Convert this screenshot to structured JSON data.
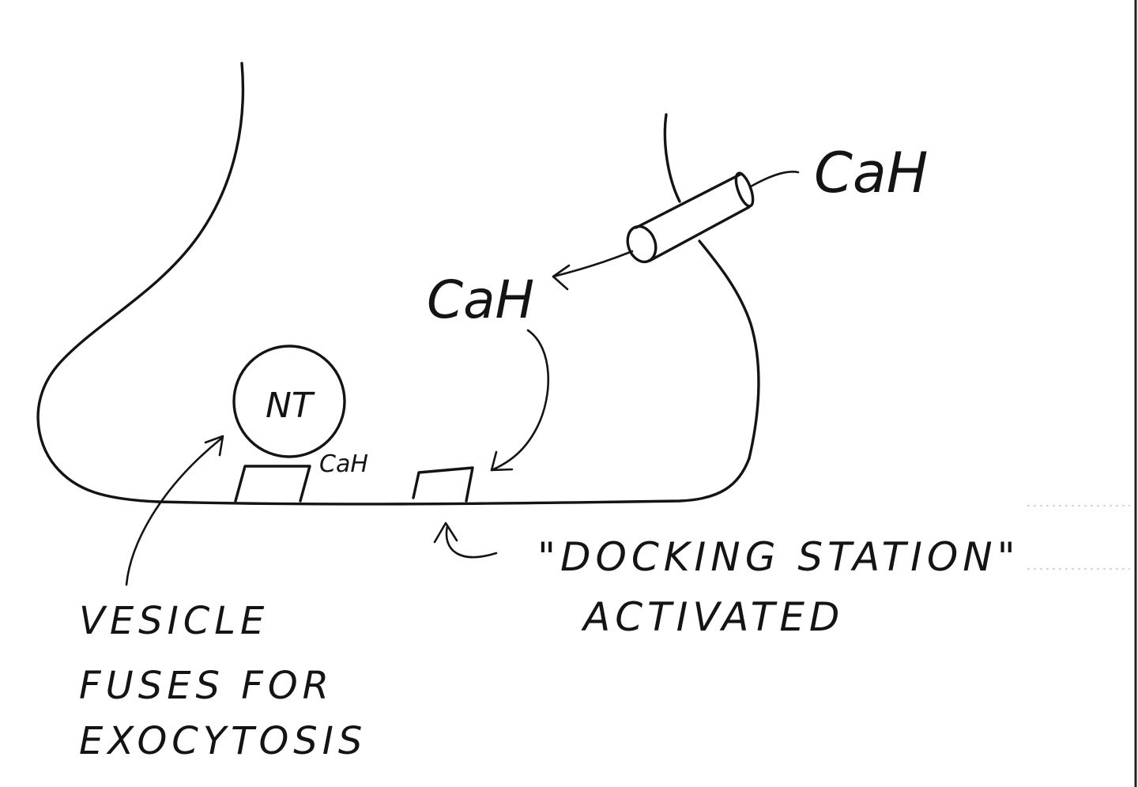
{
  "labels": {
    "ca_outside": "CaH",
    "ca_inside": "CaH",
    "ca_bound": "CaH",
    "vesicle": "NT",
    "docking_line1": "\"DOCKING STATION\"",
    "docking_line2": "ACTIVATED",
    "fuse_line1": "VESICLE",
    "fuse_line2": "FUSES FOR",
    "fuse_line3": "EXOCYTOSIS"
  },
  "colors": {
    "ink": "#141414",
    "paper": "#ffffff"
  }
}
